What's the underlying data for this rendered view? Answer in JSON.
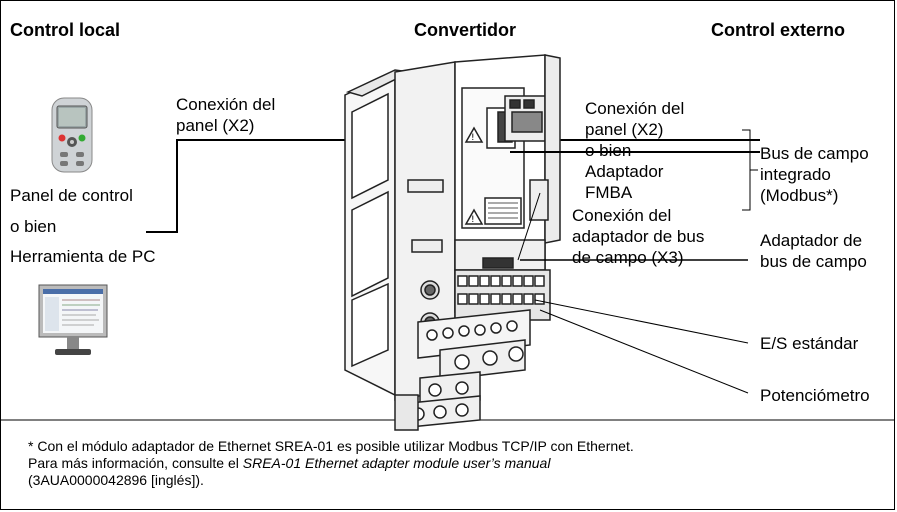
{
  "headings": {
    "local": "Control local",
    "drive": "Convertidor",
    "external": "Control externo"
  },
  "left": {
    "panel_connection": [
      "Conexión del",
      "panel (X2)"
    ],
    "control_panel": "Panel de control",
    "or": "o bien",
    "pc_tool": "Herramienta de PC"
  },
  "middle": {
    "panel_connection": [
      "Conexión del",
      "panel (X2)",
      "o bien",
      "Adaptador",
      "FMBA"
    ],
    "fieldbus_connection": [
      "Conexión del",
      "adaptador de bus",
      "de campo (X3)"
    ]
  },
  "right": {
    "embedded_fieldbus": [
      "Bus de campo",
      "integrado",
      "(Modbus*)"
    ],
    "fieldbus_adapter": [
      "Adaptador de",
      "bus de campo"
    ],
    "standard_io": "E/S estándar",
    "potentiometer": "Potenciómetro"
  },
  "footnote": {
    "line1": "* Con el módulo adaptador de Ethernet SREA-01 es posible utilizar Modbus TCP/IP con Ethernet.",
    "line2_start": "Para más información, consulte el ",
    "line2_italic": "SREA-01 Ethernet adapter module user’s manual",
    "line3": "(3AUA0000042896 [inglés])."
  }
}
